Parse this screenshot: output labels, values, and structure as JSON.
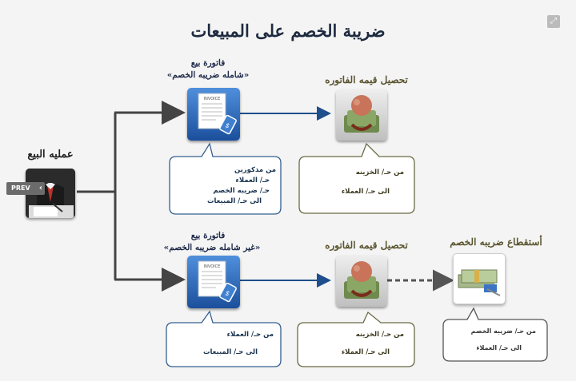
{
  "title": "ضريبة الخصم على المبيعات",
  "nodes": {
    "sale_process": {
      "label": "عمليه البيع",
      "icon": "businessman-signing-icon"
    },
    "invoice_top": {
      "label_line1": "فاتورة بيع",
      "label_line2": "«شامله ضريبه الخصم»",
      "icon": "invoice-icon"
    },
    "invoice_bottom": {
      "label_line1": "فاتورة بيع",
      "label_line2": "«غير شامله ضريبه الخصم»",
      "icon": "invoice-icon"
    },
    "collect_top": {
      "label": "تحصيل قيمه الفاتوره",
      "icon": "money-clutch-icon"
    },
    "collect_bottom": {
      "label": "تحصيل قيمه الفاتوره",
      "icon": "money-clutch-icon"
    },
    "deduction": {
      "label": "أستقطاع ضريبه الخصم",
      "icon": "money-bundle-icon"
    }
  },
  "callouts": {
    "invoice_top": [
      "من مذكورين",
      "حـ/ العملاء",
      "حـ/ ضريبه الخصم",
      "الى حـ/ المبيعات"
    ],
    "collect_top": [
      "من حـ/ الخزينه",
      "",
      "الى حـ/ العملاء"
    ],
    "invoice_bottom": [
      "من حـ/ العملاء",
      "",
      "الى حـ/ المبيعات"
    ],
    "collect_bottom": [
      "من حـ/ الخزينه",
      "",
      "الى حـ/ العملاء"
    ],
    "deduction": [
      "من حـ/ ضريبه الخصم",
      "",
      "الى حـ/ العملاء"
    ]
  },
  "nav": {
    "prev_label": "PREV"
  },
  "colors": {
    "arrow_gray": "#444444",
    "arrow_blue": "#1f4e8c",
    "callout_blue": "#355f8f",
    "callout_olive": "#6a6a45",
    "invoice_blue": "#1f5fb0"
  }
}
